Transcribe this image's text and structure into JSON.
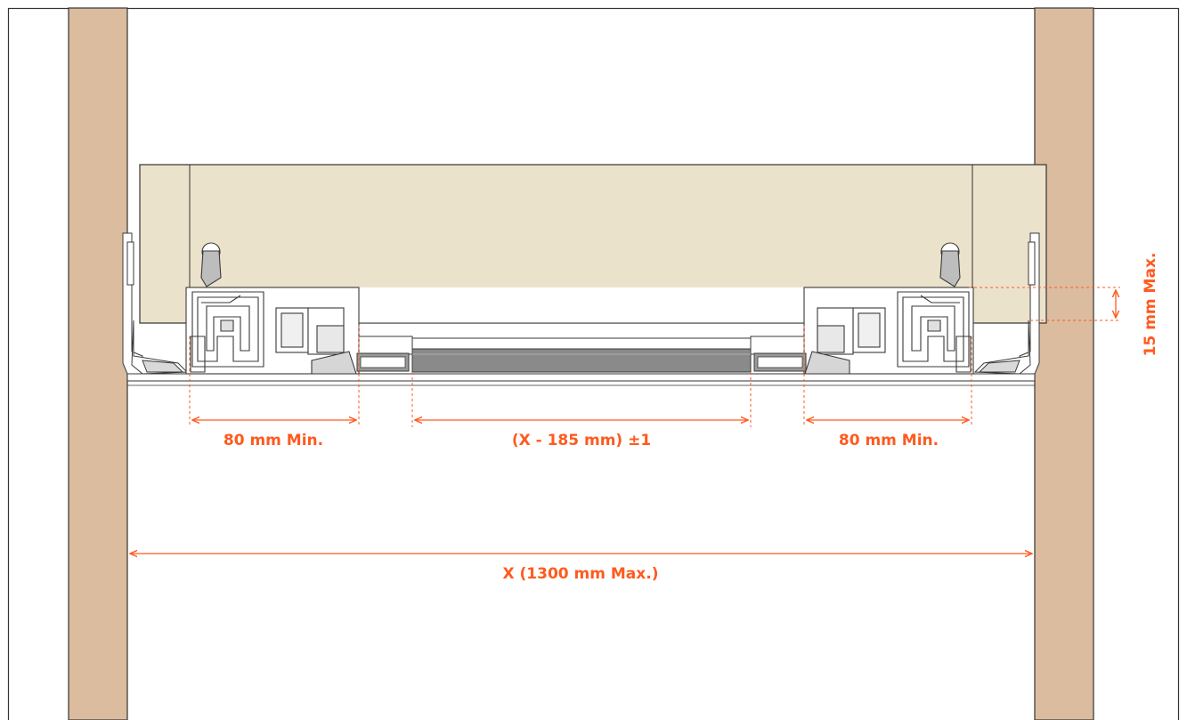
{
  "colors": {
    "dimension": "#ff5a1f",
    "panel_wood": "#dcbc9e",
    "drawer_box": "#ebe2cb",
    "hardware_stroke": "#3a3a3a",
    "rod_fill": "#8a8a8a",
    "outline": "#333333"
  },
  "dimensions": {
    "left_min": "80 mm Min.",
    "center": "(X - 185 mm) ±1",
    "right_min": "80 mm Min.",
    "overall": "X (1300 mm Max.)",
    "height_max": "15 mm Max."
  }
}
